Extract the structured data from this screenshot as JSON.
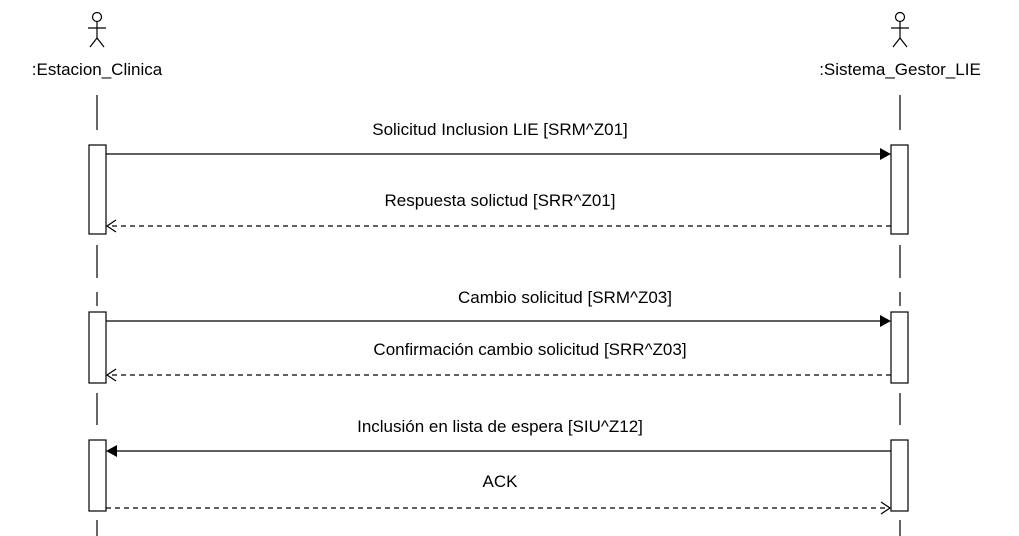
{
  "actors": [
    {
      "id": "estacion",
      "label": ":Estacion_Clinica",
      "icon": "stick-figure-icon"
    },
    {
      "id": "sistema",
      "label": ":Sistema_Gestor_LIE",
      "icon": "stick-figure-icon"
    }
  ],
  "messages": [
    {
      "from": "estacion",
      "to": "sistema",
      "label": "Solicitud Inclusion LIE [SRM^Z01]",
      "style": "sync"
    },
    {
      "from": "sistema",
      "to": "estacion",
      "label": "Respuesta solictud [SRR^Z01]",
      "style": "return"
    },
    {
      "from": "estacion",
      "to": "sistema",
      "label": "Cambio solicitud [SRM^Z03]",
      "style": "sync"
    },
    {
      "from": "sistema",
      "to": "estacion",
      "label": "Confirmación cambio solicitud [SRR^Z03]",
      "style": "return"
    },
    {
      "from": "sistema",
      "to": "estacion",
      "label": "Inclusión en lista de espera [SIU^Z12]",
      "style": "sync"
    },
    {
      "from": "estacion",
      "to": "sistema",
      "label": "ACK",
      "style": "return"
    }
  ],
  "colors": {
    "line": "#000000",
    "background": "#ffffff"
  }
}
